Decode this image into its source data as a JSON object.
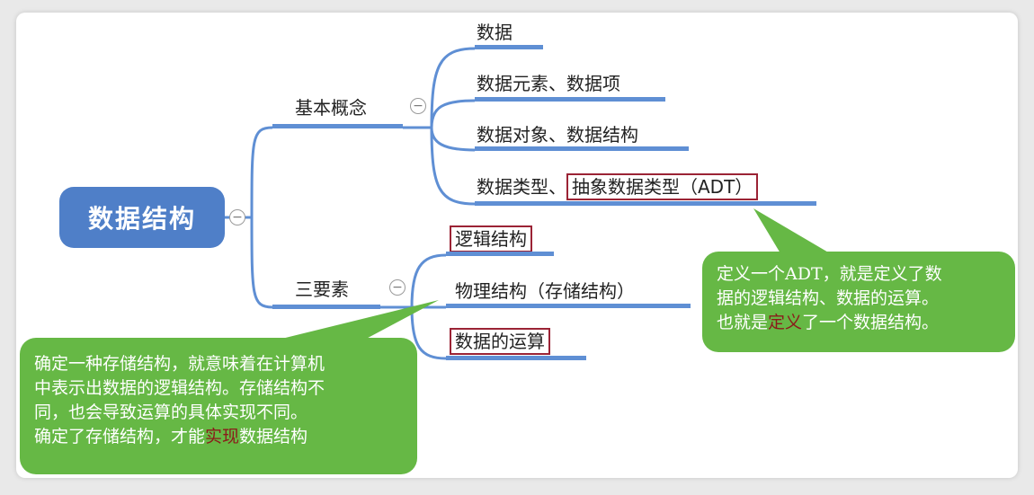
{
  "root": {
    "label": "数据结构"
  },
  "branches": {
    "basic": {
      "label": "基本概念",
      "children": [
        "数据",
        "数据元素、数据项",
        "数据对象、数据结构"
      ],
      "last_prefix": "数据类型、",
      "last_boxed": "抽象数据类型（ADT）"
    },
    "three": {
      "label": "三要素",
      "children": [
        "逻辑结构",
        "物理结构（存储结构）",
        "数据的运算"
      ]
    }
  },
  "collapse_symbol": "−",
  "callouts": {
    "adt": {
      "line1": "定义一个ADT，就是定义了数",
      "line2": "据的逻辑结构、数据的运算。",
      "line3_a": "也就是",
      "line3_emph": "定义",
      "line3_b": "了一个数据结构。"
    },
    "storage": {
      "line1": "确定一种存储结构，就意味着在计算机",
      "line2": "中表示出数据的逻辑结构。存储结构不",
      "line3": "同，也会导致运算的具体实现不同。",
      "line4_a": "确定了存储结构，才能",
      "line4_emph": "实现",
      "line4_b": "数据结构"
    }
  },
  "colors": {
    "root": "#4f7fc8",
    "underline": "#5f8fd4",
    "bubble": "#66b845",
    "box": "#9b2335",
    "emphasis": "#8b1a1a"
  }
}
